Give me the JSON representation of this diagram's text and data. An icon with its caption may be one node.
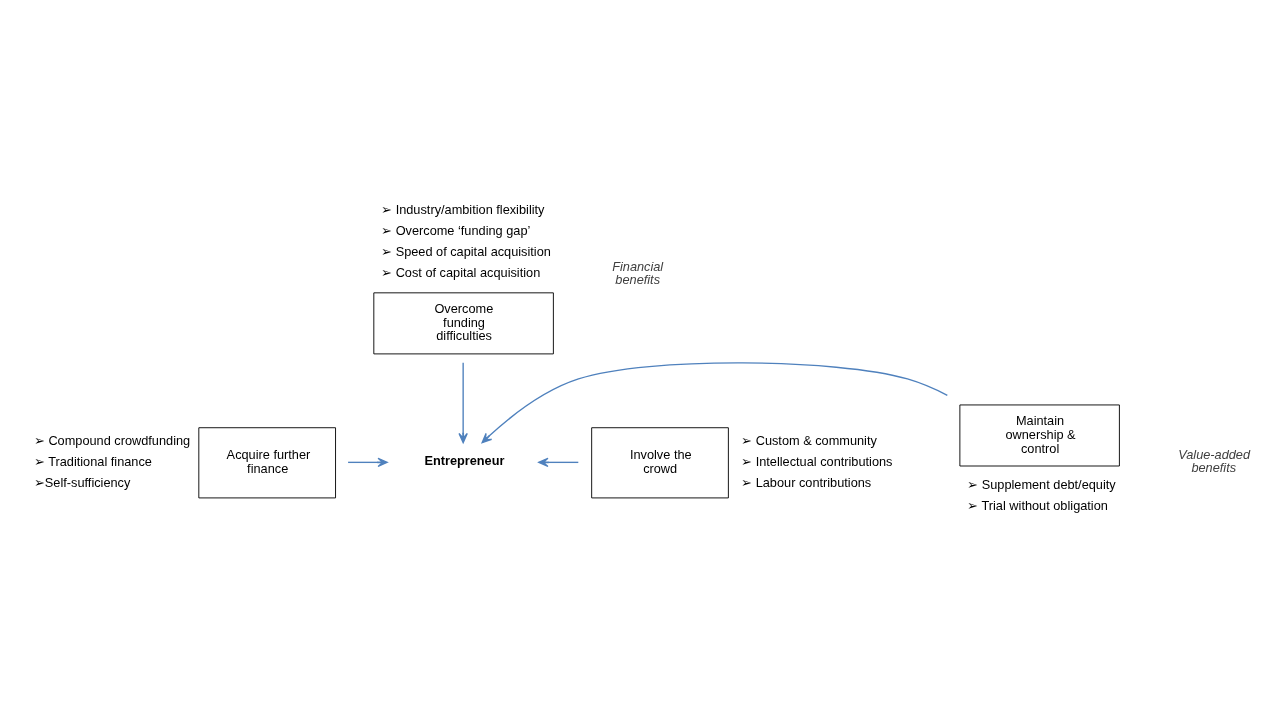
{
  "diagram": {
    "nodes": [
      {
        "text": [
          "Entrepreneur"
        ]
      },
      {
        "text": [
          "Overcome funding difficulties"
        ],
        "beside": [
          "➢ Industry/ambition flexibility",
          "➢ Overcome ‘funding gap’",
          "➢ Speed of capital acquisition",
          "➢ Cost of capital acquisition"
        ]
      },
      {
        "text": [
          "Acquire further finance"
        ],
        "beside": [
          "➢ Compound crowdfunding",
          "➢ Traditional finance",
          "➢Self-sufficiency"
        ]
      },
      {
        "text": [
          "Involve the crowd"
        ],
        "beside": [
          "➢ Custom & community",
          "➢ Intellectual contributions",
          "➢ Labour contributions"
        ]
      },
      {
        "text": [
          "Maintain ownership & control"
        ],
        "beside": [
          "➢ Supplement debt/equity",
          "➢ Trial without obligation"
        ]
      }
    ],
    "edges": [
      {
        "from": 1,
        "to": 0,
        "arrow": "to"
      },
      {
        "from": 2,
        "to": 0,
        "arrow": "to"
      },
      {
        "from": 3,
        "to": 0,
        "arrow": "to"
      },
      {
        "from": 4,
        "to": 0,
        "arrow": "to"
      }
    ],
    "labels": [
      "Financial benefits",
      "Value-added benefits"
    ]
  }
}
